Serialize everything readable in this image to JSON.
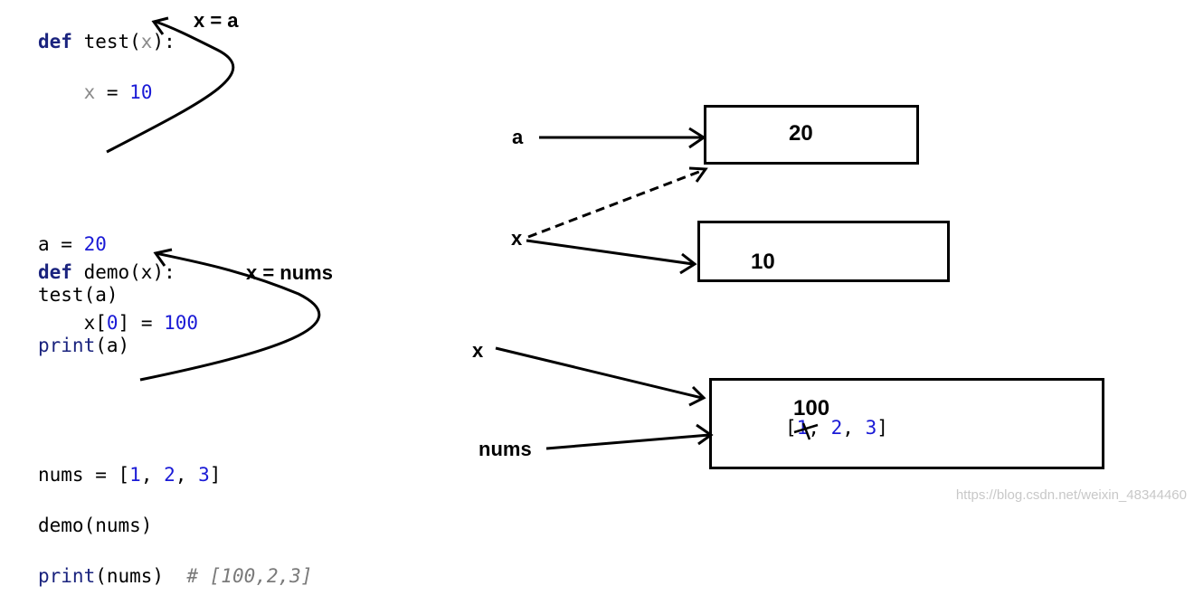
{
  "code_block_1": {
    "line1": {
      "kw": "def",
      "name": " test(",
      "param": "x",
      "close": "):"
    },
    "line2": {
      "lhs": "x",
      "op": " = ",
      "val": "10"
    },
    "line3": {
      "lhs": "a = ",
      "val": "20"
    },
    "line4": {
      "text": "test(a)"
    },
    "line5": {
      "fn": "print",
      "args": "(a)"
    }
  },
  "code_block_2": {
    "line1": {
      "kw": "def",
      "rest": " demo(x):"
    },
    "line2": {
      "pre": "x[",
      "idx": "0",
      "mid": "] = ",
      "val": "100"
    },
    "line3": {
      "pre": "nums = [",
      "v1": "1",
      "sep1": ", ",
      "v2": "2",
      "sep2": ", ",
      "v3": "3",
      "post": "]"
    },
    "line4": {
      "text": "demo(nums)"
    },
    "line5": {
      "fn": "print",
      "args": "(nums)  ",
      "comment": "# [100,2,3]"
    }
  },
  "annotations": {
    "x_eq_a": "x = a",
    "x_eq_nums": "x = nums"
  },
  "diagram": {
    "label_a": "a",
    "label_x1": "x",
    "label_x2": "x",
    "label_nums": "nums",
    "box1_value": "20",
    "box2_value": "10",
    "box3_value": "100",
    "box3_list": {
      "open": "[",
      "v1": "1",
      "sep1": ", ",
      "v2": "2",
      "sep2": ", ",
      "v3": "3",
      "close": "]"
    }
  },
  "watermark": "https://blog.csdn.net/weixin_48344460"
}
